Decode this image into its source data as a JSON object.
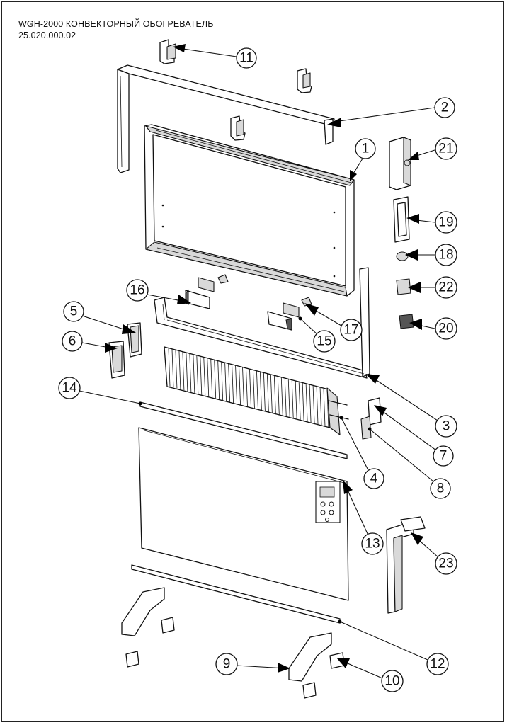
{
  "title": {
    "line1": "WGH-2000 КОНВЕКТОРНЫЙ ОБОГРЕВАТЕЛЬ",
    "line2": "25.020.000.02"
  },
  "callouts": [
    {
      "label": "11"
    },
    {
      "label": "2"
    },
    {
      "label": "1"
    },
    {
      "label": "21"
    },
    {
      "label": "19"
    },
    {
      "label": "18"
    },
    {
      "label": "16"
    },
    {
      "label": "22"
    },
    {
      "label": "5"
    },
    {
      "label": "17"
    },
    {
      "label": "20"
    },
    {
      "label": "15"
    },
    {
      "label": "6"
    },
    {
      "label": "14"
    },
    {
      "label": "3"
    },
    {
      "label": "7"
    },
    {
      "label": "4"
    },
    {
      "label": "8"
    },
    {
      "label": "13"
    },
    {
      "label": "23"
    },
    {
      "label": "12"
    },
    {
      "label": "9"
    },
    {
      "label": "10"
    }
  ]
}
